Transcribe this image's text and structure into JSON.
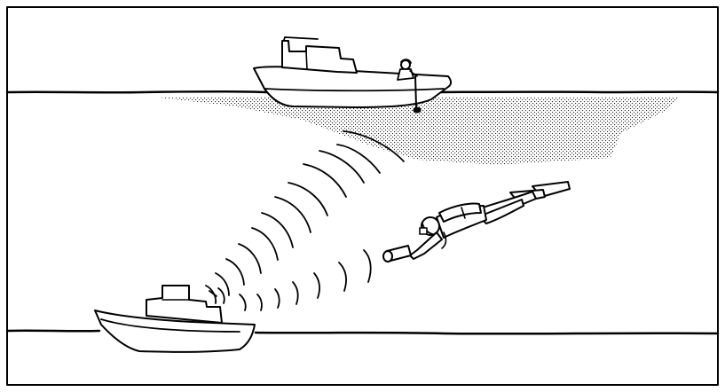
{
  "colors": {
    "ink": "#000000",
    "background": "#ffffff",
    "stipple": "#000000"
  },
  "figure": {
    "components": [
      "frame",
      "water-surface-line",
      "sea-floor-line",
      "surface-boat",
      "boat-operator",
      "hydrophone-pole",
      "stippled-reception-zone",
      "sonar-wave-arcs",
      "scuba-diver",
      "diver-handheld-transmitter",
      "sunken-boat"
    ],
    "wave_arcs": 14
  }
}
